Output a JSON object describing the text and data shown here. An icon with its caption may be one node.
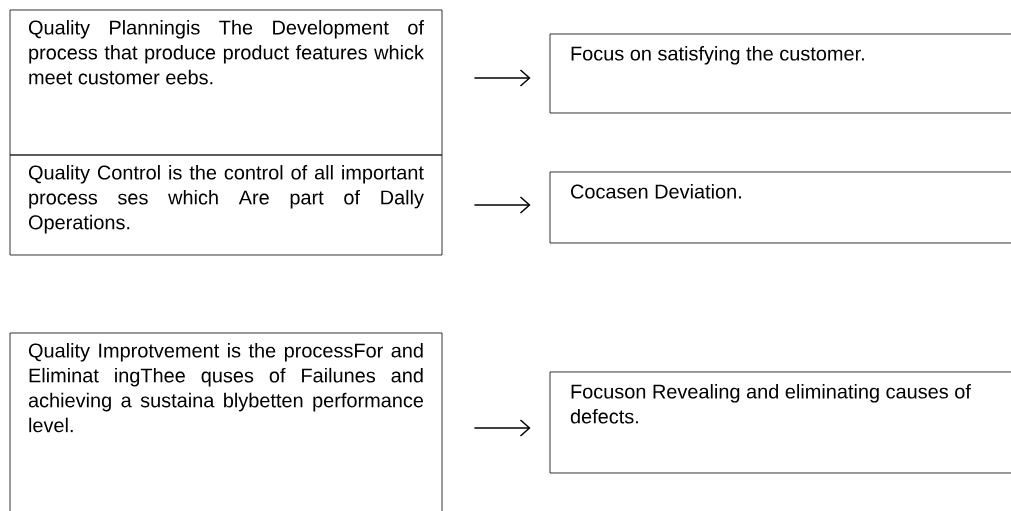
{
  "diagram": {
    "nodes": [
      {
        "text": [
          "Quality Planningis The Development of process that produce product features whick meet customer eebs."
        ]
      },
      {
        "text": [
          "Focus on satisfying the customer."
        ]
      },
      {
        "text": [
          "Quality Control is the control of all important process ses which Are part of Dally Operations."
        ]
      },
      {
        "text": [
          "Cocasen Deviation."
        ]
      },
      {
        "text": [
          "Quality Improtvement is the processFor and Eliminat ingThee quses of Failunes and achieving a sustaina blybetten performance level."
        ]
      },
      {
        "text": [
          "Focuson Revealing and eliminating causes of defects."
        ]
      }
    ],
    "edges": [
      {
        "from": 0,
        "to": 1,
        "arrow": "to"
      },
      {
        "from": 2,
        "to": 3,
        "arrow": "to"
      },
      {
        "from": 4,
        "to": 5,
        "arrow": "to"
      }
    ]
  }
}
